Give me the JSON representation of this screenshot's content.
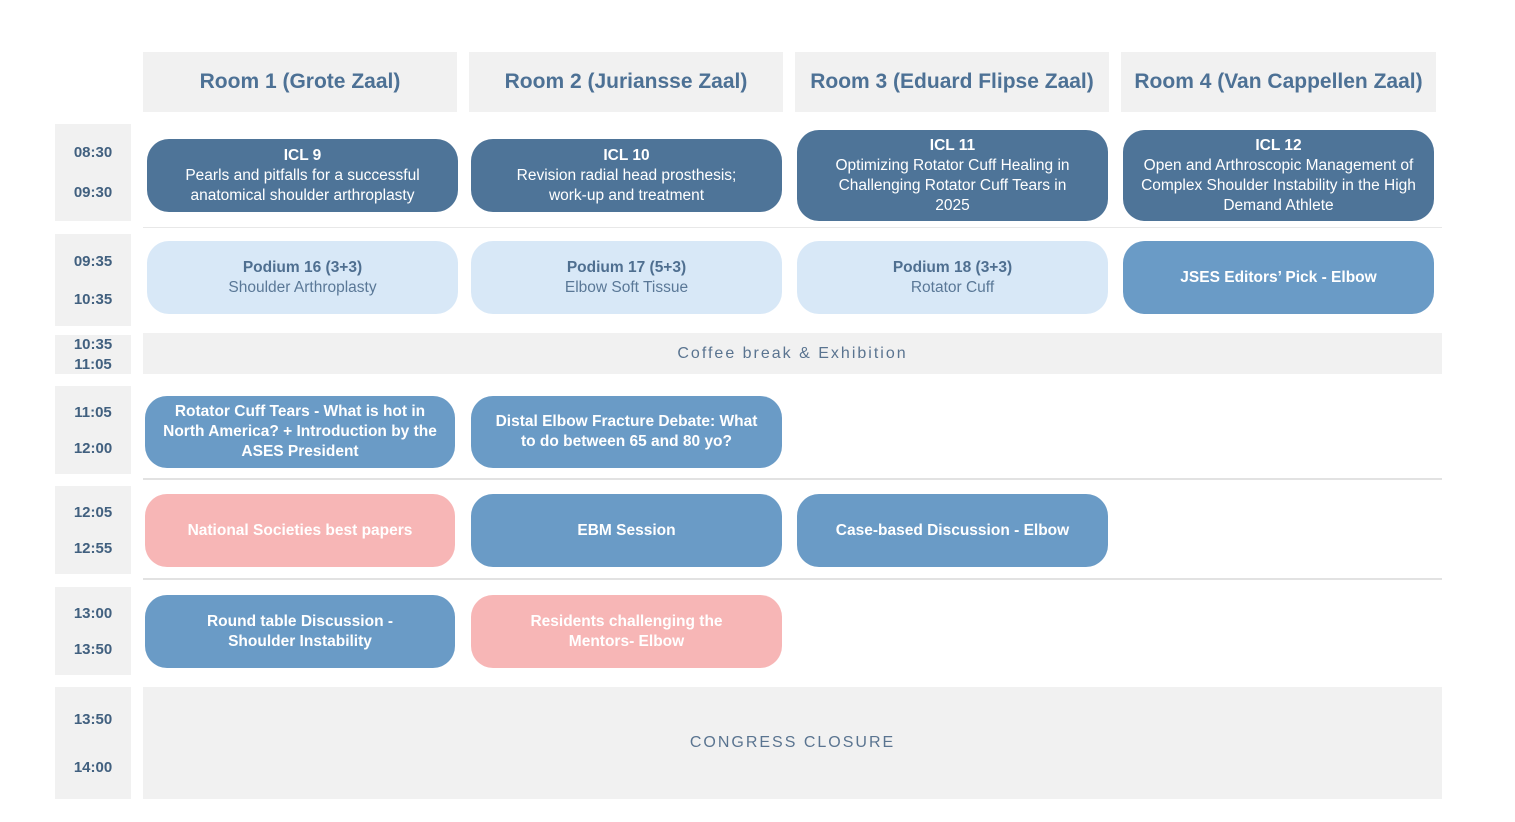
{
  "rooms": [
    "Room 1 (Grote Zaal)",
    "Room 2 (Juriansse Zaal)",
    "Room 3 (Eduard Flipse Zaal)",
    "Room 4 (Van Cappellen Zaal)"
  ],
  "times": [
    {
      "start": "08:30",
      "end": "09:30"
    },
    {
      "start": "09:35",
      "end": "10:35"
    },
    {
      "start": "10:35",
      "end": "11:05"
    },
    {
      "start": "11:05",
      "end": "12:00"
    },
    {
      "start": "12:05",
      "end": "12:55"
    },
    {
      "start": "13:00",
      "end": "13:50"
    },
    {
      "start": "13:50",
      "end": "14:00"
    }
  ],
  "slot1": {
    "icl9": {
      "title": "ICL 9",
      "text": "Pearls and pitfalls for a successful anatomical shoulder arthroplasty"
    },
    "icl10": {
      "title": "ICL 10",
      "text": "Revision radial head prosthesis; work-up and treatment"
    },
    "icl11": {
      "title": "ICL 11",
      "text": "Optimizing Rotator Cuff Healing in Challenging Rotator Cuff Tears in 2025"
    },
    "icl12": {
      "title": "ICL 12",
      "text": "Open and Arthroscopic Management of Complex Shoulder Instability in the High Demand Athlete"
    }
  },
  "slot2": {
    "podium16": {
      "title": "Podium 16 (3+3)",
      "text": "Shoulder Arthroplasty"
    },
    "podium17": {
      "title": "Podium 17 (5+3)",
      "text": "Elbow Soft Tissue"
    },
    "podium18": {
      "title": "Podium 18 (3+3)",
      "text": "Rotator Cuff"
    },
    "jses": "JSES Editors’ Pick -  Elbow"
  },
  "coffee_break": "Coffee break & Exhibition",
  "slot4": {
    "rotator": "Rotator Cuff Tears - What is hot in North America? + Introduction by the ASES President",
    "distal": "Distal Elbow Fracture Debate: What to do between 65 and 80 yo?"
  },
  "slot5": {
    "national": "National Societies best papers",
    "ebm": "EBM Session",
    "case": "Case-based Discussion - Elbow"
  },
  "slot6": {
    "roundtable": "Round table Discussion - Shoulder Instability",
    "residents": "Residents challenging the Mentors- Elbow"
  },
  "closure": "CONGRESS CLOSURE",
  "colors": {
    "dark_session": "#4e7498",
    "light_session": "#d8e8f7",
    "mid_session": "#6a9bc6",
    "pink_session": "#f7b6b6",
    "band": "#f1f1f1"
  }
}
